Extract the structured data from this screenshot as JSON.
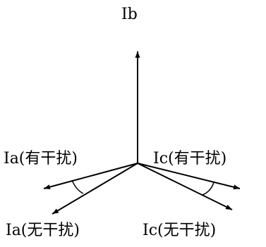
{
  "labels": {
    "ib": "Ib",
    "ia_interference": "Ia(有干扰)",
    "ic_interference": "Ic(有干扰)",
    "ia_no_interference": "Ia(无干扰)",
    "ic_no_interference": "Ic(无干扰)"
  },
  "colors": {
    "line": "#000000",
    "background": "#ffffff"
  }
}
